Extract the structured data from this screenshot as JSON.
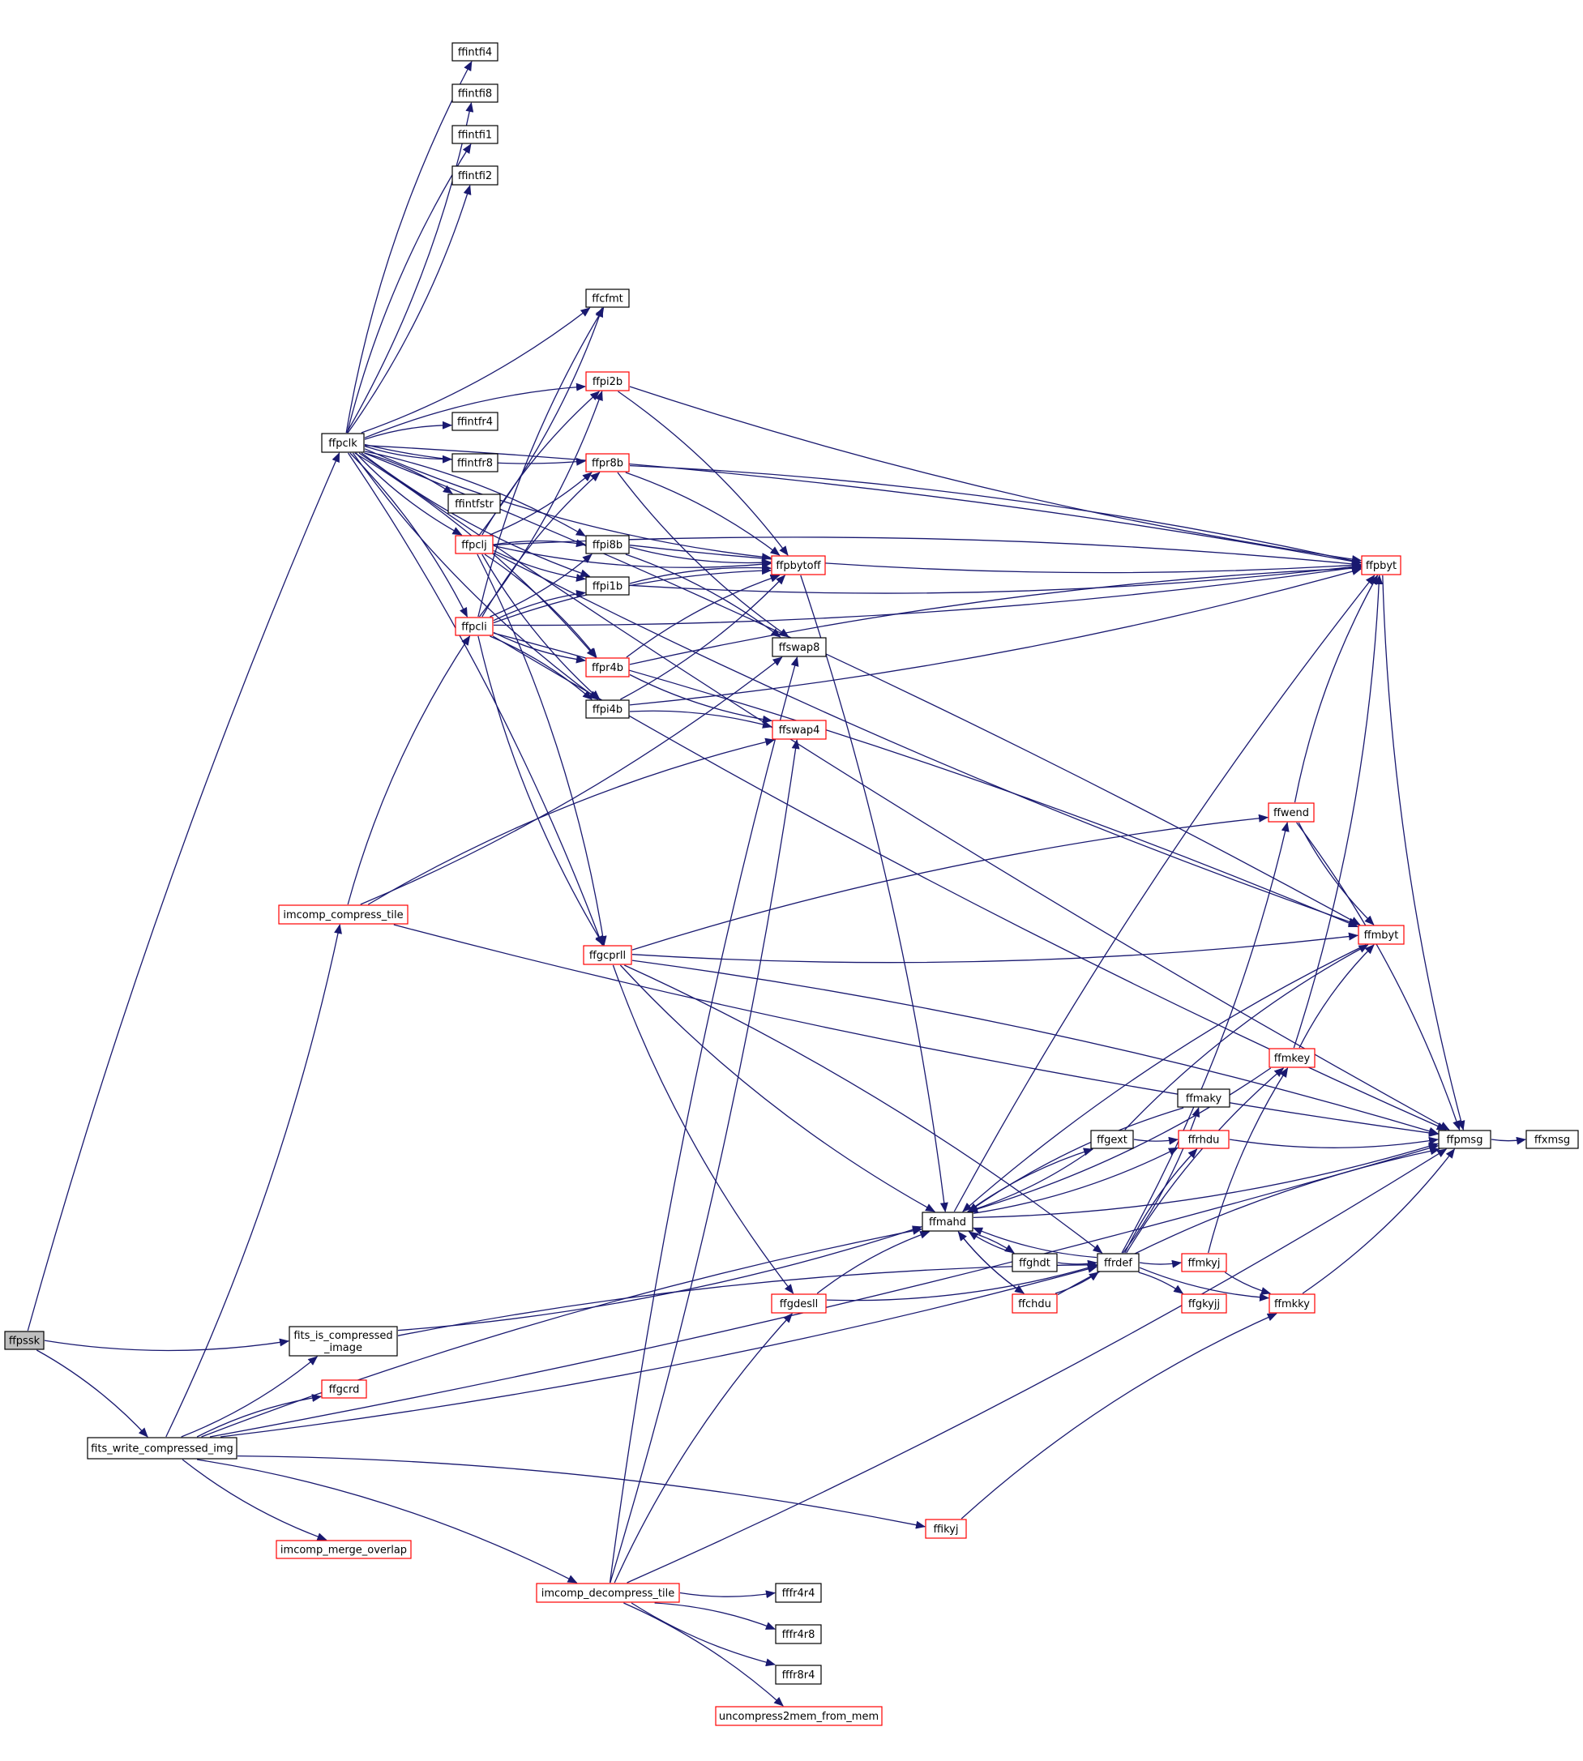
{
  "colors": {
    "edge": "#191970",
    "node_border_black": "#000000",
    "node_border_red": "#ff0000",
    "root_fill": "#bfbfbf",
    "node_fill": "#ffffff"
  },
  "graph": {
    "root": "ffpssk",
    "nodes": [
      {
        "id": "ffpssk",
        "label": "ffpssk",
        "style": "root"
      },
      {
        "id": "fits_is_compressed_image",
        "label": "fits_is_compressed\n_image",
        "style": "black"
      },
      {
        "id": "fits_write_compressed_img",
        "label": "fits_write_compressed_img",
        "style": "black"
      },
      {
        "id": "ffgcrd",
        "label": "ffgcrd",
        "style": "red"
      },
      {
        "id": "imcomp_merge_overlap",
        "label": "imcomp_merge_overlap",
        "style": "red"
      },
      {
        "id": "imcomp_decompress_tile",
        "label": "imcomp_decompress_tile",
        "style": "red"
      },
      {
        "id": "imcomp_compress_tile",
        "label": "imcomp_compress_tile",
        "style": "red"
      },
      {
        "id": "ffpclk",
        "label": "ffpclk",
        "style": "black"
      },
      {
        "id": "ffintfi4",
        "label": "ffintfi4",
        "style": "black"
      },
      {
        "id": "ffintfi8",
        "label": "ffintfi8",
        "style": "black"
      },
      {
        "id": "ffintfi1",
        "label": "ffintfi1",
        "style": "black"
      },
      {
        "id": "ffintfi2",
        "label": "ffintfi2",
        "style": "black"
      },
      {
        "id": "ffintfr4",
        "label": "ffintfr4",
        "style": "black"
      },
      {
        "id": "ffintfr8",
        "label": "ffintfr8",
        "style": "black"
      },
      {
        "id": "ffintfstr",
        "label": "ffintfstr",
        "style": "black"
      },
      {
        "id": "ffpclj",
        "label": "ffpclj",
        "style": "red"
      },
      {
        "id": "ffpcli",
        "label": "ffpcli",
        "style": "red"
      },
      {
        "id": "ffcfmt",
        "label": "ffcfmt",
        "style": "black"
      },
      {
        "id": "ffpi2b",
        "label": "ffpi2b",
        "style": "red"
      },
      {
        "id": "ffpr8b",
        "label": "ffpr8b",
        "style": "red"
      },
      {
        "id": "ffpi8b",
        "label": "ffpi8b",
        "style": "black"
      },
      {
        "id": "ffpi1b",
        "label": "ffpi1b",
        "style": "black"
      },
      {
        "id": "ffpr4b",
        "label": "ffpr4b",
        "style": "red"
      },
      {
        "id": "ffpi4b",
        "label": "ffpi4b",
        "style": "black"
      },
      {
        "id": "ffgcprll",
        "label": "ffgcprll",
        "style": "red"
      },
      {
        "id": "ffpbytoff",
        "label": "ffpbytoff",
        "style": "red"
      },
      {
        "id": "ffswap8",
        "label": "ffswap8",
        "style": "black"
      },
      {
        "id": "ffswap4",
        "label": "ffswap4",
        "style": "red"
      },
      {
        "id": "ffpbyt",
        "label": "ffpbyt",
        "style": "red"
      },
      {
        "id": "ffwend",
        "label": "ffwend",
        "style": "red"
      },
      {
        "id": "ffmbyt",
        "label": "ffmbyt",
        "style": "red"
      },
      {
        "id": "ffmkey",
        "label": "ffmkey",
        "style": "red"
      },
      {
        "id": "ffmaky",
        "label": "ffmaky",
        "style": "black"
      },
      {
        "id": "ffgext",
        "label": "ffgext",
        "style": "black"
      },
      {
        "id": "ffrhdu",
        "label": "ffrhdu",
        "style": "red"
      },
      {
        "id": "ffmahd",
        "label": "ffmahd",
        "style": "black"
      },
      {
        "id": "ffghdt",
        "label": "ffghdt",
        "style": "black"
      },
      {
        "id": "ffrdef",
        "label": "ffrdef",
        "style": "black"
      },
      {
        "id": "ffmkyj",
        "label": "ffmkyj",
        "style": "red"
      },
      {
        "id": "ffchdu",
        "label": "ffchdu",
        "style": "red"
      },
      {
        "id": "ffgkyjj",
        "label": "ffgkyjj",
        "style": "red"
      },
      {
        "id": "ffmkky",
        "label": "ffmkky",
        "style": "red"
      },
      {
        "id": "ffgdesll",
        "label": "ffgdesll",
        "style": "red"
      },
      {
        "id": "ffikyj",
        "label": "ffikyj",
        "style": "red"
      },
      {
        "id": "ffpmsg",
        "label": "ffpmsg",
        "style": "black"
      },
      {
        "id": "ffxmsg",
        "label": "ffxmsg",
        "style": "black"
      },
      {
        "id": "fffr4r4",
        "label": "fffr4r4",
        "style": "black"
      },
      {
        "id": "fffr4r8",
        "label": "fffr4r8",
        "style": "black"
      },
      {
        "id": "fffr8r4",
        "label": "fffr8r4",
        "style": "black"
      },
      {
        "id": "uncompress2mem_from_mem",
        "label": "uncompress2mem_from_mem",
        "style": "red"
      }
    ],
    "edges": [
      [
        "ffpssk",
        "ffpclk"
      ],
      [
        "ffpssk",
        "fits_is_compressed_image"
      ],
      [
        "ffpssk",
        "fits_write_compressed_img"
      ],
      [
        "fits_is_compressed_image",
        "ffmahd"
      ],
      [
        "fits_is_compressed_image",
        "ffrdef"
      ],
      [
        "fits_write_compressed_img",
        "fits_is_compressed_image"
      ],
      [
        "fits_write_compressed_img",
        "ffgcrd"
      ],
      [
        "fits_write_compressed_img",
        "imcomp_compress_tile"
      ],
      [
        "fits_write_compressed_img",
        "ffmahd"
      ],
      [
        "fits_write_compressed_img",
        "ffrdef"
      ],
      [
        "fits_write_compressed_img",
        "ffikyj"
      ],
      [
        "fits_write_compressed_img",
        "imcomp_merge_overlap"
      ],
      [
        "fits_write_compressed_img",
        "imcomp_decompress_tile"
      ],
      [
        "fits_write_compressed_img",
        "ffpmsg"
      ],
      [
        "imcomp_compress_tile",
        "ffpcli"
      ],
      [
        "imcomp_compress_tile",
        "ffswap8"
      ],
      [
        "imcomp_compress_tile",
        "ffswap4"
      ],
      [
        "imcomp_compress_tile",
        "ffpmsg"
      ],
      [
        "ffpclk",
        "ffintfi4"
      ],
      [
        "ffpclk",
        "ffintfi8"
      ],
      [
        "ffpclk",
        "ffintfi1"
      ],
      [
        "ffpclk",
        "ffintfi2"
      ],
      [
        "ffpclk",
        "ffintfr4"
      ],
      [
        "ffpclk",
        "ffintfr8"
      ],
      [
        "ffpclk",
        "ffintfstr"
      ],
      [
        "ffpclk",
        "ffpclj"
      ],
      [
        "ffpclk",
        "ffpcli"
      ],
      [
        "ffpclk",
        "ffcfmt"
      ],
      [
        "ffpclk",
        "ffpi2b"
      ],
      [
        "ffpclk",
        "ffpr8b"
      ],
      [
        "ffpclk",
        "ffpi8b"
      ],
      [
        "ffpclk",
        "ffpi1b"
      ],
      [
        "ffpclk",
        "ffpr4b"
      ],
      [
        "ffpclk",
        "ffpi4b"
      ],
      [
        "ffpclk",
        "ffgcprll"
      ],
      [
        "ffpclk",
        "ffpbytoff"
      ],
      [
        "ffpclk",
        "ffpbyt"
      ],
      [
        "ffpclk",
        "ffpmsg"
      ],
      [
        "ffpclk",
        "ffmbyt"
      ],
      [
        "ffpclj",
        "ffcfmt"
      ],
      [
        "ffpclj",
        "ffpi2b"
      ],
      [
        "ffpclj",
        "ffpr8b"
      ],
      [
        "ffpclj",
        "ffpi8b"
      ],
      [
        "ffpclj",
        "ffpi1b"
      ],
      [
        "ffpclj",
        "ffpr4b"
      ],
      [
        "ffpclj",
        "ffpi4b"
      ],
      [
        "ffpclj",
        "ffgcprll"
      ],
      [
        "ffpclj",
        "ffpbytoff"
      ],
      [
        "ffpclj",
        "ffpbyt"
      ],
      [
        "ffpclj",
        "ffmbyt"
      ],
      [
        "ffpcli",
        "ffcfmt"
      ],
      [
        "ffpcli",
        "ffpi2b"
      ],
      [
        "ffpcli",
        "ffpr8b"
      ],
      [
        "ffpcli",
        "ffpi8b"
      ],
      [
        "ffpcli",
        "ffpi1b"
      ],
      [
        "ffpcli",
        "ffpr4b"
      ],
      [
        "ffpcli",
        "ffpi4b"
      ],
      [
        "ffpcli",
        "ffgcprll"
      ],
      [
        "ffpcli",
        "ffpbytoff"
      ],
      [
        "ffpcli",
        "ffpbyt"
      ],
      [
        "ffpcli",
        "ffmbyt"
      ],
      [
        "ffpcli",
        "ffpmsg"
      ],
      [
        "ffpi2b",
        "ffpbytoff"
      ],
      [
        "ffpi2b",
        "ffpbyt"
      ],
      [
        "ffpr8b",
        "ffpbytoff"
      ],
      [
        "ffpr8b",
        "ffswap8"
      ],
      [
        "ffpr8b",
        "ffpbyt"
      ],
      [
        "ffpi8b",
        "ffpbytoff"
      ],
      [
        "ffpi8b",
        "ffswap8"
      ],
      [
        "ffpi8b",
        "ffpbyt"
      ],
      [
        "ffpi1b",
        "ffpbytoff"
      ],
      [
        "ffpi1b",
        "ffpbyt"
      ],
      [
        "ffpr4b",
        "ffpbytoff"
      ],
      [
        "ffpr4b",
        "ffswap4"
      ],
      [
        "ffpr4b",
        "ffpbyt"
      ],
      [
        "ffpi4b",
        "ffpbytoff"
      ],
      [
        "ffpi4b",
        "ffswap4"
      ],
      [
        "ffpi4b",
        "ffpbyt"
      ],
      [
        "ffpbytoff",
        "ffmahd"
      ],
      [
        "ffgcprll",
        "ffmahd"
      ],
      [
        "ffgcprll",
        "ffrdef"
      ],
      [
        "ffgcprll",
        "ffgdesll"
      ],
      [
        "ffgcprll",
        "ffwend"
      ],
      [
        "ffgcprll",
        "ffmbyt"
      ],
      [
        "ffgcprll",
        "ffpmsg"
      ],
      [
        "ffpbyt",
        "ffpmsg"
      ],
      [
        "ffwend",
        "ffpbyt"
      ],
      [
        "ffwend",
        "ffmbyt"
      ],
      [
        "ffwend",
        "ffpmsg"
      ],
      [
        "ffmbyt",
        "ffmahd"
      ],
      [
        "ffmkey",
        "ffmahd"
      ],
      [
        "ffmkey",
        "ffpbyt"
      ],
      [
        "ffmkey",
        "ffmbyt"
      ],
      [
        "ffmaky",
        "ffmahd"
      ],
      [
        "ffgext",
        "ffmahd"
      ],
      [
        "ffgext",
        "ffrhdu"
      ],
      [
        "ffgext",
        "ffmbyt"
      ],
      [
        "ffrhdu",
        "ffpmsg"
      ],
      [
        "ffmahd",
        "ffgext"
      ],
      [
        "ffmahd",
        "ffrhdu"
      ],
      [
        "ffmahd",
        "ffpbyt"
      ],
      [
        "ffmahd",
        "ffpmsg"
      ],
      [
        "ffmahd",
        "ffghdt"
      ],
      [
        "ffmahd",
        "ffchdu"
      ],
      [
        "ffghdt",
        "ffmahd"
      ],
      [
        "ffghdt",
        "ffrdef"
      ],
      [
        "ffrdef",
        "ffmahd"
      ],
      [
        "ffrdef",
        "ffmaky"
      ],
      [
        "ffrdef",
        "ffrhdu"
      ],
      [
        "ffrdef",
        "ffwend"
      ],
      [
        "ffrdef",
        "ffmkey"
      ],
      [
        "ffrdef",
        "ffmkyj"
      ],
      [
        "ffrdef",
        "ffgkyjj"
      ],
      [
        "ffrdef",
        "ffmkky"
      ],
      [
        "ffmkyj",
        "ffmkey"
      ],
      [
        "ffmkyj",
        "ffmkky"
      ],
      [
        "ffchdu",
        "ffmahd"
      ],
      [
        "ffchdu",
        "ffrdef"
      ],
      [
        "ffchdu",
        "ffpmsg"
      ],
      [
        "ffmkky",
        "ffpmsg"
      ],
      [
        "ffgdesll",
        "ffmahd"
      ],
      [
        "ffgdesll",
        "ffrdef"
      ],
      [
        "ffikyj",
        "ffmkky"
      ],
      [
        "ffpmsg",
        "ffxmsg"
      ],
      [
        "imcomp_decompress_tile",
        "ffswap8"
      ],
      [
        "imcomp_decompress_tile",
        "ffswap4"
      ],
      [
        "imcomp_decompress_tile",
        "ffgdesll"
      ],
      [
        "imcomp_decompress_tile",
        "fffr4r4"
      ],
      [
        "imcomp_decompress_tile",
        "fffr4r8"
      ],
      [
        "imcomp_decompress_tile",
        "fffr8r4"
      ],
      [
        "imcomp_decompress_tile",
        "uncompress2mem_from_mem"
      ],
      [
        "imcomp_decompress_tile",
        "ffpmsg"
      ]
    ]
  }
}
